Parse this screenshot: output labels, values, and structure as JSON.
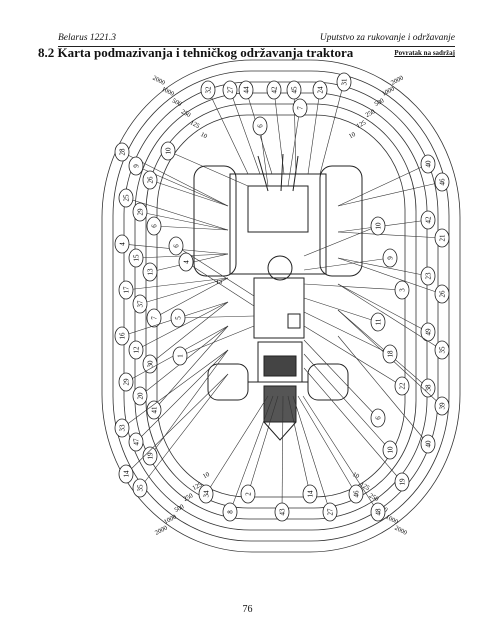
{
  "header": {
    "left": "Belarus 1221.3",
    "right": "Uputstvo za rukovanje i održavanje"
  },
  "title": "8.2 Karta podmazivanja i tehničkog održavanja traktora",
  "back_link": "Povratak na sadržaj",
  "page_number": "76",
  "diagram": {
    "interval_labels": [
      "2000",
      "1000",
      "500",
      "250",
      "125",
      "10"
    ],
    "callouts_top": [
      "32",
      "27",
      "44",
      "42",
      "45",
      "24",
      "31"
    ],
    "callouts_top_inner": [
      "10",
      "6",
      "7"
    ],
    "callouts_left": [
      "28",
      "9",
      "26",
      "25",
      "29",
      "6",
      "4",
      "15",
      "13",
      "17",
      "37",
      "7",
      "16",
      "12",
      "30",
      "29",
      "20",
      "41",
      "33",
      "47",
      "19",
      "14",
      "35"
    ],
    "callouts_left_inner": [
      "6",
      "4",
      "5",
      "1"
    ],
    "callouts_right": [
      "40",
      "46",
      "42",
      "21",
      "23",
      "26",
      "49",
      "35",
      "38",
      "39",
      "40"
    ],
    "callouts_right_inner": [
      "10",
      "9",
      "3",
      "11",
      "18",
      "22",
      "6",
      "10",
      "19"
    ],
    "callouts_bottom": [
      "34",
      "8",
      "2",
      "43",
      "14",
      "27",
      "46",
      "48"
    ],
    "small_labels": [
      "13"
    ]
  }
}
